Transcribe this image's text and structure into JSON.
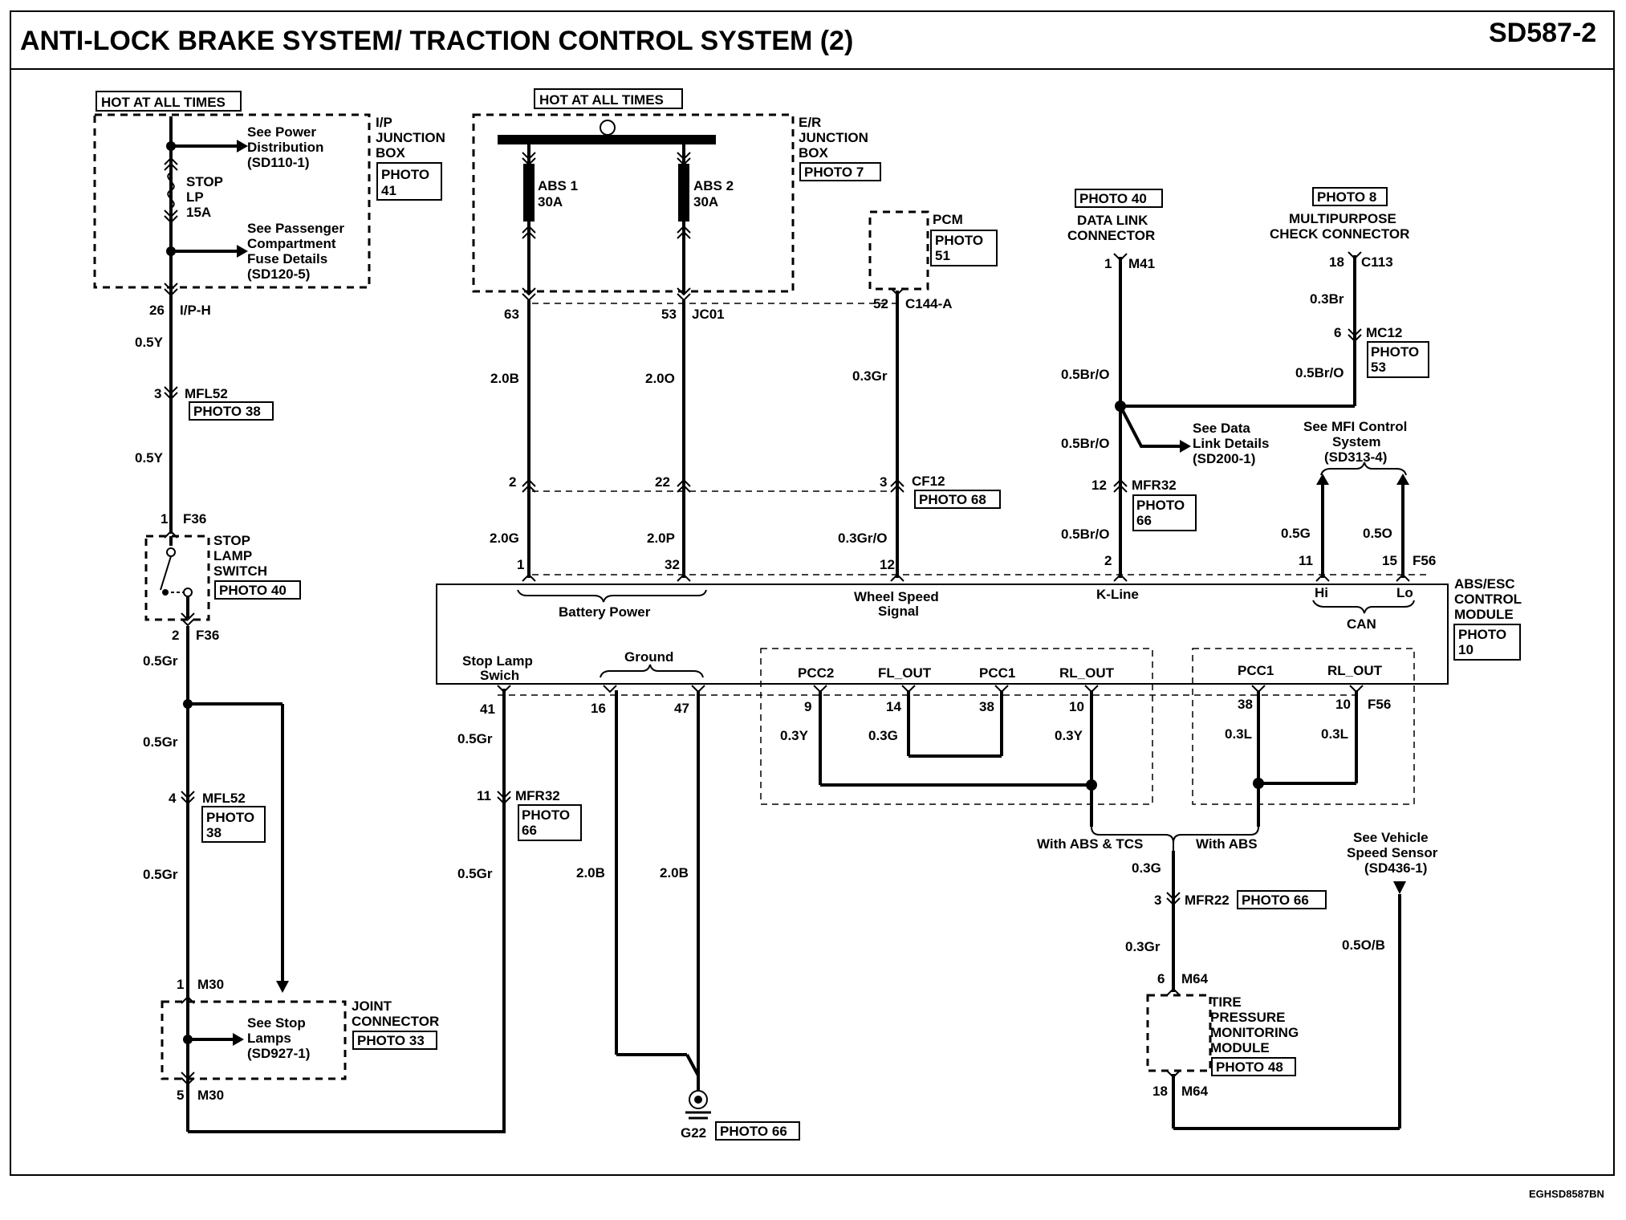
{
  "title": "ANTI-LOCK BRAKE SYSTEM/ TRACTION CONTROL SYSTEM (2)",
  "page_code": "SD587-2",
  "footer_code": "EGHSD8587BN",
  "ip_box": {
    "hot_label": "HOT AT ALL TIMES",
    "name_lines": [
      "I/P",
      "JUNCTION",
      "BOX"
    ],
    "photo_lines": [
      "PHOTO",
      "41"
    ],
    "fuse_lines": [
      "STOP",
      "LP",
      "15A"
    ],
    "ref1_lines": [
      "See Power",
      "Distribution",
      "(SD110-1)"
    ],
    "ref2_lines": [
      "See Passenger",
      "Compartment",
      "Fuse Details",
      "(SD120-5)"
    ]
  },
  "er_box": {
    "hot_label": "HOT AT ALL TIMES",
    "name_lines": [
      "E/R",
      "JUNCTION",
      "BOX"
    ],
    "photo": "PHOTO 7",
    "fuse1_lines": [
      "ABS 1",
      "30A"
    ],
    "fuse2_lines": [
      "ABS 2",
      "30A"
    ]
  },
  "pcm": {
    "name": "PCM",
    "photo_lines": [
      "PHOTO",
      "51"
    ]
  },
  "dlc": {
    "photo": "PHOTO 40",
    "name_lines": [
      "DATA LINK",
      "CONNECTOR"
    ],
    "pin": "1",
    "conn": "M41"
  },
  "mcc": {
    "photo": "PHOTO 8",
    "name_lines": [
      "MULTIPURPOSE",
      "CHECK CONNECTOR"
    ],
    "pin": "18",
    "conn": "C113"
  },
  "left": {
    "pin_26": "26",
    "conn_iph": "I/P-H",
    "w_05y_a": "0.5Y",
    "pin_3": "3",
    "conn_mfl52": "MFL52",
    "photo38": "PHOTO 38",
    "w_05y_b": "0.5Y",
    "pin_1": "1",
    "conn_f36": "F36",
    "switch_lines": [
      "STOP",
      "LAMP",
      "SWITCH"
    ],
    "photo40": "PHOTO 40",
    "pin_2": "2",
    "conn_f36b": "F36",
    "w_05gr_a": "0.5Gr",
    "w_05gr_b": "0.5Gr",
    "pin_4": "4",
    "conn_mfl52b": "MFL52",
    "photo38b_lines": [
      "PHOTO",
      "38"
    ],
    "w_05gr_c": "0.5Gr",
    "pin_1b": "1",
    "conn_m30": "M30",
    "joint_lines": [
      "JOINT",
      "CONNECTOR"
    ],
    "photo33": "PHOTO 33",
    "stop_ref_lines": [
      "See Stop",
      "Lamps",
      "(SD927-1)"
    ],
    "pin_5": "5",
    "conn_m30b": "M30"
  },
  "battery": {
    "pin_63": "63",
    "pin_53": "53",
    "conn_jc01": "JC01",
    "w_20b": "2.0B",
    "w_20o": "2.0O",
    "pin_2": "2",
    "pin_22": "22",
    "w_20g": "2.0G",
    "w_20p": "2.0P",
    "pin_1": "1",
    "pin_32": "32",
    "label": "Battery Power"
  },
  "wheel": {
    "pin_52": "52",
    "conn_c144a": "C144-A",
    "w_03gr": "0.3Gr",
    "pin_3": "3",
    "conn_cf12": "CF12",
    "photo68": "PHOTO 68",
    "w_03gro": "0.3Gr/O",
    "pin_12": "12",
    "label_lines": [
      "Wheel Speed",
      "Signal"
    ]
  },
  "kline": {
    "w_05bro_a": "0.5Br/O",
    "w_05bro_b": "0.5Br/O",
    "w_05bro_c": "0.5Br/O",
    "w_05bro_d": "0.5Br/O",
    "pin_6": "6",
    "conn_mc12": "MC12",
    "photo53_lines": [
      "PHOTO",
      "53"
    ],
    "w_03br": "0.3Br",
    "ref_lines": [
      "See Data",
      "Link Details",
      "(SD200-1)"
    ],
    "pin_12": "12",
    "conn_mfr32": "MFR32",
    "photo66_lines": [
      "PHOTO",
      "66"
    ],
    "pin_2": "2",
    "label": "K-Line"
  },
  "can": {
    "ref_lines": [
      "See MFI Control",
      "System",
      "(SD313-4)"
    ],
    "w_05g": "0.5G",
    "w_05o": "0.5O",
    "pin_11": "11",
    "pin_15": "15",
    "conn_f56": "F56",
    "hi": "Hi",
    "lo": "Lo",
    "label": "CAN"
  },
  "module": {
    "name_lines": [
      "ABS/ESC",
      "CONTROL",
      "MODULE"
    ],
    "photo_lines": [
      "PHOTO",
      "10"
    ],
    "stop_label_lines": [
      "Stop Lamp",
      "Swich"
    ],
    "ground_label": "Ground",
    "pcc2": "PCC2",
    "fl_out": "FL_OUT",
    "pcc1": "PCC1",
    "rl_out": "RL_OUT",
    "pcc1_b": "PCC1",
    "rl_out_b": "RL_OUT"
  },
  "bottom": {
    "pin_41": "41",
    "w_05gr_a": "0.5Gr",
    "pin_11": "11",
    "conn_mfr32": "MFR32",
    "photo66_lines": [
      "PHOTO",
      "66"
    ],
    "w_05gr_b": "0.5Gr",
    "pin_16": "16",
    "pin_47": "47",
    "w_20b_a": "2.0B",
    "w_20b_b": "2.0B",
    "ground_id": "G22",
    "ground_photo": "PHOTO 66",
    "pin_9": "9",
    "pin_14": "14",
    "pin_38": "38",
    "pin_10": "10",
    "w_03y_a": "0.3Y",
    "w_03g": "0.3G",
    "w_03y_b": "0.3Y",
    "pin_38b": "38",
    "pin_10b": "10",
    "conn_f56": "F56",
    "w_03l_a": "0.3L",
    "w_03l_b": "0.3L",
    "with_abs_tcs": "With ABS & TCS",
    "with_abs": "With ABS",
    "w_03g_b": "0.3G",
    "pin_3": "3",
    "conn_mfr22": "MFR22",
    "photo66b": "PHOTO 66",
    "w_03gr": "0.3Gr",
    "pin_6": "6",
    "conn_m64": "M64",
    "tpms_lines": [
      "TIRE",
      "PRESSURE",
      "MONITORING",
      "MODULE"
    ],
    "photo48": "PHOTO 48",
    "pin_18": "18",
    "conn_m64b": "M64",
    "vss_ref_lines": [
      "See Vehicle",
      "Speed Sensor",
      "(SD436-1)"
    ],
    "w_05ob": "0.5O/B"
  }
}
